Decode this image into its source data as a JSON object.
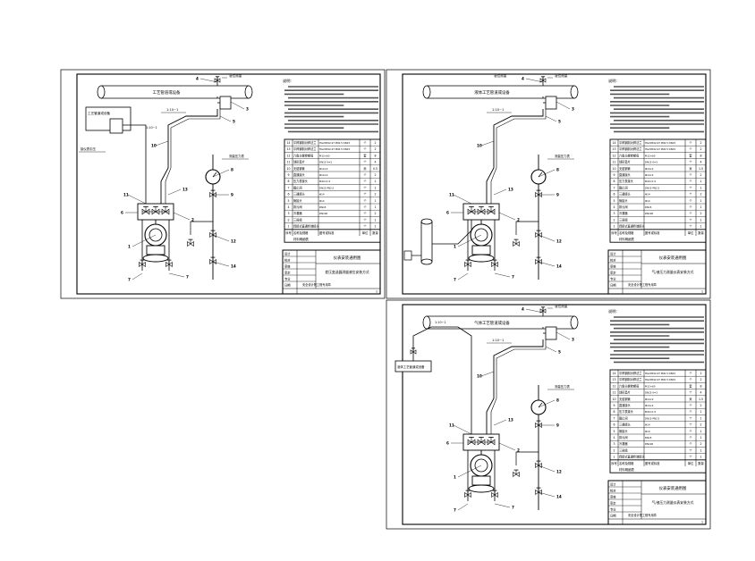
{
  "sheets": [
    {
      "note_title": "说明:",
      "item_rows": [
        {
          "no": "14",
          "name": "平焊钢制对焊法兰",
          "spec": "HG20592-97 PN2.5 DN15",
          "unit": "个",
          "qty": "2"
        },
        {
          "no": "13",
          "name": "平焊钢制对焊法兰",
          "spec": "HG20592-97 PN2.5 DN15",
          "unit": "个",
          "qty": "2"
        },
        {
          "no": "12",
          "name": "六角头螺栓螺母",
          "spec": "M12×60",
          "unit": "套",
          "qty": "8"
        },
        {
          "no": "11",
          "name": "球形垫片",
          "spec": "DN15 δ=3",
          "unit": "个",
          "qty": "4"
        },
        {
          "no": "10",
          "name": "无缝钢管",
          "spec": "Φ14×2",
          "unit": "米",
          "qty": "0.5"
        },
        {
          "no": "9",
          "name": "直通接头",
          "spec": "Φ14×2",
          "unit": "个",
          "qty": "2"
        },
        {
          "no": "8",
          "name": "压力表接头",
          "spec": "M20×1.5",
          "unit": "个",
          "qty": "1"
        },
        {
          "no": "7",
          "name": "截止阀",
          "spec": "DN15 PN2.5",
          "unit": "个",
          "qty": "1"
        },
        {
          "no": "6",
          "name": "三通接头",
          "spec": "Φ14",
          "unit": "个",
          "qty": "2"
        },
        {
          "no": "5",
          "name": "管接头",
          "spec": "Φ14",
          "unit": "个",
          "qty": "1"
        },
        {
          "no": "4",
          "name": "排污阀",
          "spec": "DN15",
          "unit": "个",
          "qty": "1"
        },
        {
          "no": "3",
          "name": "冷凝器",
          "spec": "DN100",
          "unit": "个",
          "qty": "2"
        },
        {
          "no": "2",
          "name": "三阀组",
          "spec": "",
          "unit": "个",
          "qty": "1"
        },
        {
          "no": "1",
          "name": "焊接式直通终端接头",
          "spec": "",
          "unit": "个",
          "qty": "1"
        }
      ],
      "table_header": {
        "no": "序号",
        "name": "名称及规格",
        "spec": "图号或标准",
        "unit": "单位",
        "qty": "数量"
      },
      "table_footer": "材料明细表",
      "title_block": {
        "r1": "仪表安装通用图",
        "r2": "差压变送器测量液位安装方式",
        "r3": "安全设计院工程专用章",
        "labels": [
          "设计",
          "校对",
          "审核",
          "审定",
          "专业",
          "日期"
        ],
        "sheet": "1"
      },
      "callouts": {
        "proc_pipe": "工艺管道或设备",
        "label_top": "液位测量",
        "label_side": "工艺管道或设备",
        "label_side2": "接仪表引压",
        "label_gauge": "测量压力表",
        "slope1": "1:10~1",
        "slope2": "1:10~1"
      }
    },
    {
      "note_title": "说明:",
      "item_rows": [
        {
          "no": "14",
          "name": "平焊钢制对焊法兰",
          "spec": "HG20592-97 PN2.5 DN15",
          "unit": "个",
          "qty": "2"
        },
        {
          "no": "13",
          "name": "平焊钢制对焊法兰",
          "spec": "HG20592-97 PN2.5 DN15",
          "unit": "个",
          "qty": "2"
        },
        {
          "no": "12",
          "name": "六角头螺栓螺母",
          "spec": "M12×60",
          "unit": "套",
          "qty": "8"
        },
        {
          "no": "11",
          "name": "球形垫片",
          "spec": "DN15 δ=3",
          "unit": "个",
          "qty": "4"
        },
        {
          "no": "10",
          "name": "无缝钢管",
          "spec": "Φ14×2",
          "unit": "米",
          "qty": "1.5"
        },
        {
          "no": "9",
          "name": "直通接头",
          "spec": "Φ14×2",
          "unit": "个",
          "qty": "2"
        },
        {
          "no": "8",
          "name": "压力表接头",
          "spec": "M20×1.5",
          "unit": "个",
          "qty": "1"
        },
        {
          "no": "7",
          "name": "截止阀",
          "spec": "DN15 PN2.5",
          "unit": "个",
          "qty": "1"
        },
        {
          "no": "6",
          "name": "三通接头",
          "spec": "Φ14",
          "unit": "个",
          "qty": "2"
        },
        {
          "no": "5",
          "name": "管接头",
          "spec": "Φ14",
          "unit": "个",
          "qty": "1"
        },
        {
          "no": "4",
          "name": "排污阀",
          "spec": "DN15",
          "unit": "个",
          "qty": "1"
        },
        {
          "no": "3",
          "name": "冷凝器",
          "spec": "DN100",
          "unit": "个",
          "qty": "2"
        },
        {
          "no": "2",
          "name": "三阀组",
          "spec": "",
          "unit": "个",
          "qty": "1"
        },
        {
          "no": "1",
          "name": "焊接式直通终端接头",
          "spec": "",
          "unit": "个",
          "qty": "1"
        }
      ],
      "table_header": {
        "no": "序号",
        "name": "名称及规格",
        "spec": "图号或标准",
        "unit": "单位",
        "qty": "数量"
      },
      "table_footer": "材料明细表",
      "title_block": {
        "r1": "仪表安装通用图",
        "r2": "气/液压力测量仪表安装方式",
        "r3": "安全设计院工程专用章",
        "labels": [
          "设计",
          "校对",
          "审核",
          "审定",
          "专业",
          "日期"
        ],
        "sheet": "1"
      },
      "callouts": {
        "proc_pipe": "液体工艺管道或设备",
        "label_top": "液位测量",
        "label_side": "",
        "label_side2": "",
        "label_gauge": "测量压力表",
        "slope1": "1:10~1",
        "slope2": ""
      }
    },
    {
      "note_title": "说明:",
      "item_rows": [
        {
          "no": "14",
          "name": "平焊钢制对焊法兰",
          "spec": "HG20592-97 PN2.5 DN15",
          "unit": "个",
          "qty": "2"
        },
        {
          "no": "13",
          "name": "平焊钢制对焊法兰",
          "spec": "HG20592-97 PN2.5 DN15",
          "unit": "个",
          "qty": "2"
        },
        {
          "no": "12",
          "name": "六角头螺栓螺母",
          "spec": "M12×60",
          "unit": "套",
          "qty": "8"
        },
        {
          "no": "11",
          "name": "球形垫片",
          "spec": "DN15 δ=3",
          "unit": "个",
          "qty": "4"
        },
        {
          "no": "10",
          "name": "无缝钢管",
          "spec": "Φ14×2",
          "unit": "米",
          "qty": "1.5"
        },
        {
          "no": "9",
          "name": "直通接头",
          "spec": "Φ14×2",
          "unit": "个",
          "qty": "2"
        },
        {
          "no": "8",
          "name": "压力表接头",
          "spec": "M20×1.5",
          "unit": "个",
          "qty": "1"
        },
        {
          "no": "7",
          "name": "截止阀",
          "spec": "DN15 PN2.5",
          "unit": "个",
          "qty": "1"
        },
        {
          "no": "6",
          "name": "三通接头",
          "spec": "Φ14",
          "unit": "个",
          "qty": "2"
        },
        {
          "no": "5",
          "name": "管接头",
          "spec": "Φ14",
          "unit": "个",
          "qty": "1"
        },
        {
          "no": "4",
          "name": "排污阀",
          "spec": "DN15",
          "unit": "个",
          "qty": "1"
        },
        {
          "no": "3",
          "name": "冷凝器",
          "spec": "DN100",
          "unit": "个",
          "qty": "2"
        },
        {
          "no": "2",
          "name": "三阀组",
          "spec": "",
          "unit": "个",
          "qty": "1"
        },
        {
          "no": "1",
          "name": "焊接式直通终端接头",
          "spec": "",
          "unit": "个",
          "qty": "1"
        }
      ],
      "table_header": {
        "no": "序号",
        "name": "名称及规格",
        "spec": "图号或标准",
        "unit": "单位",
        "qty": "数量"
      },
      "table_footer": "材料明细表",
      "title_block": {
        "r1": "仪表安装通用图",
        "r2": "气/液压力测量仪表安装方式",
        "r3": "安全设计院工程专用章",
        "labels": [
          "设计",
          "校对",
          "审核",
          "审定",
          "专业",
          "日期"
        ],
        "sheet": "1"
      },
      "callouts": {
        "proc_pipe": "气体工艺管道或设备",
        "label_top": "液位测量",
        "label_side": "液体工艺管道或设备",
        "label_side2": "",
        "label_gauge": "测量压力表",
        "slope1": "1:10~1",
        "slope2": ""
      }
    }
  ]
}
